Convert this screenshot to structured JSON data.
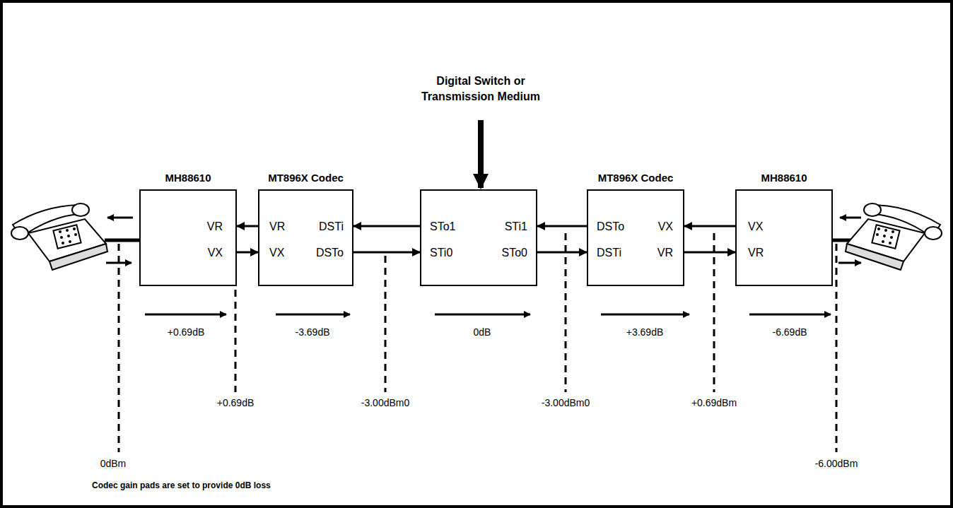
{
  "diagram": {
    "nodes": [
      {
        "text": [
          "MH88610",
          "VR",
          "VX"
        ]
      },
      {
        "text": [
          "MT896X Codec",
          "VR",
          "DSTi",
          "VX",
          "DSTo"
        ]
      },
      {
        "text": [
          "STo1",
          "STi1",
          "STi0",
          "STo0"
        ]
      },
      {
        "text": [
          "MT896X Codec",
          "DSTo",
          "VX",
          "DSTi",
          "VR"
        ]
      },
      {
        "text": [
          "MH88610",
          "VX",
          "VR"
        ]
      }
    ],
    "edges": [
      {
        "from": 1,
        "to": 0,
        "arrow": "to"
      },
      {
        "from": 0,
        "to": 1,
        "arrow": "to"
      },
      {
        "from": 2,
        "to": 1,
        "arrow": "to"
      },
      {
        "from": 1,
        "to": 2,
        "arrow": "to"
      },
      {
        "from": 3,
        "to": 2,
        "arrow": "to"
      },
      {
        "from": 2,
        "to": 3,
        "arrow": "to"
      },
      {
        "from": 4,
        "to": 3,
        "arrow": "to"
      },
      {
        "from": 3,
        "to": 4,
        "arrow": "to"
      }
    ],
    "labels": [
      "Digital Switch or Transmission Medium",
      "+0.69dB",
      "-3.69dB",
      "0dB",
      "+3.69dB",
      "-6.69dB",
      "+0.69dB",
      "-3.00dBm0",
      "-3.00dBm0",
      "+0.69dBm",
      "0dBm",
      "-6.00dBm",
      "Codec gain pads are set to provide 0dB loss"
    ]
  }
}
